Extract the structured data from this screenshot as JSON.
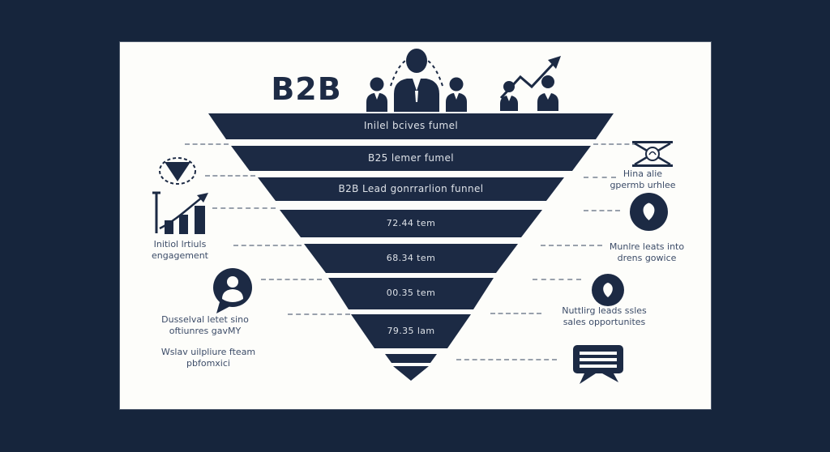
{
  "colors": {
    "background": "#16253c",
    "card": "#fdfdfa",
    "accent": "#1c2a44",
    "tier_text": "#dde1e7",
    "annotation_text": "#3c4c68",
    "dash": "#99a1ac"
  },
  "header": {
    "title": "B2B",
    "team_icon": "business-team",
    "growth_icon": "growth-people"
  },
  "funnel": {
    "type": "inverted-funnel",
    "tiers": [
      {
        "label": "Inilel bcives fumel"
      },
      {
        "label": "B25 lemer fumel"
      },
      {
        "label": "B2B Lead gonrrarlion funnel"
      },
      {
        "label": "72.44 tem"
      },
      {
        "label": "68.34 tem"
      },
      {
        "label": "00.35 tem"
      },
      {
        "label": "79.35 lam"
      }
    ]
  },
  "annotations": {
    "left": [
      {
        "icon": "cloud-funnel",
        "line1": "",
        "line2": ""
      },
      {
        "icon": "bar-chart-growth",
        "line1": "Initiol lrtiuls",
        "line2": "engagement"
      },
      {
        "icon": "person-speech-bubble",
        "line1": "Dusselval letet sino",
        "line2": "oftiunres gavMY"
      },
      {
        "icon": "",
        "line1": "Wslav uilpliure fteam",
        "line2": "pbfomxici"
      }
    ],
    "right": [
      {
        "icon": "hourglass-sketch",
        "line1": "Hina alie",
        "line2": "gpermb urhlee"
      },
      {
        "icon": "pin-badge",
        "line1": "Munlre leats into",
        "line2": "drens gowice"
      },
      {
        "icon": "pin-badge-small",
        "line1": "Nuttlirg leads ssles",
        "line2": "sales opportunites"
      },
      {
        "icon": "chat-bubble",
        "line1": "",
        "line2": ""
      }
    ]
  }
}
